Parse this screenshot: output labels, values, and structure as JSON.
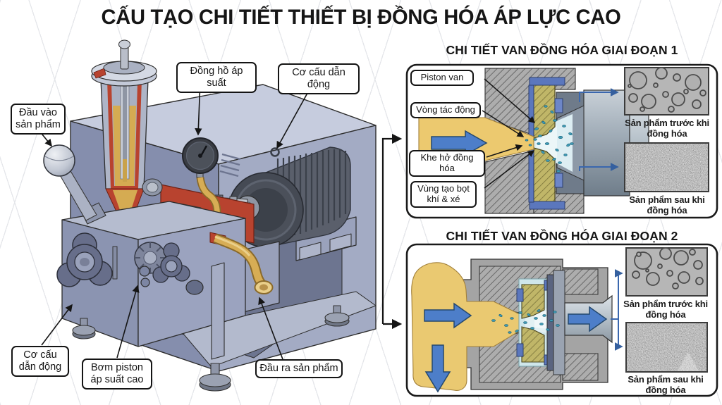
{
  "title": "CẤU TẠO CHI TIẾT THIẾT BỊ ĐỒNG HÓA ÁP LỰC CAO",
  "machine": {
    "callouts": {
      "inlet": "Đầu vào sản phẩm",
      "gauge": "Đồng hồ áp suất",
      "drive_top": "Cơ cấu dẫn động",
      "drive_bottom": "Cơ cấu dẫn động",
      "pump": "Bơm piston áp suất cao",
      "outlet": "Đầu ra sản phẩm"
    }
  },
  "stage1": {
    "title": "CHI TIẾT VAN ĐỒNG HÓA GIAI ĐOẠN 1",
    "callouts": {
      "piston_valve": "Piston van",
      "impact_ring": "Vòng tác động",
      "gap": "Khe hở đồng hóa",
      "cavitation_zone": "Vùng tạo bọt khí & xé"
    },
    "before_caption": "Sản phẩm trước khi đồng hóa",
    "after_caption": "Sản phẩm sau khi đồng hóa"
  },
  "stage2": {
    "title": "CHI TIẾT VAN ĐỒNG HÓA GIAI ĐOẠN 2",
    "before_caption": "Sản phẩm trước khi đồng hóa",
    "after_caption": "Sản phẩm sau khi đồng hóa"
  },
  "colors": {
    "cutaway_red": "#b8432f",
    "product_yellow": "#d7ad55",
    "flow_arrow_blue": "#4d7ec9",
    "housing_blue_gray": "#a3abc4",
    "valve_seat_olive": "#beb465",
    "panel_border": "#1a1a1a"
  }
}
